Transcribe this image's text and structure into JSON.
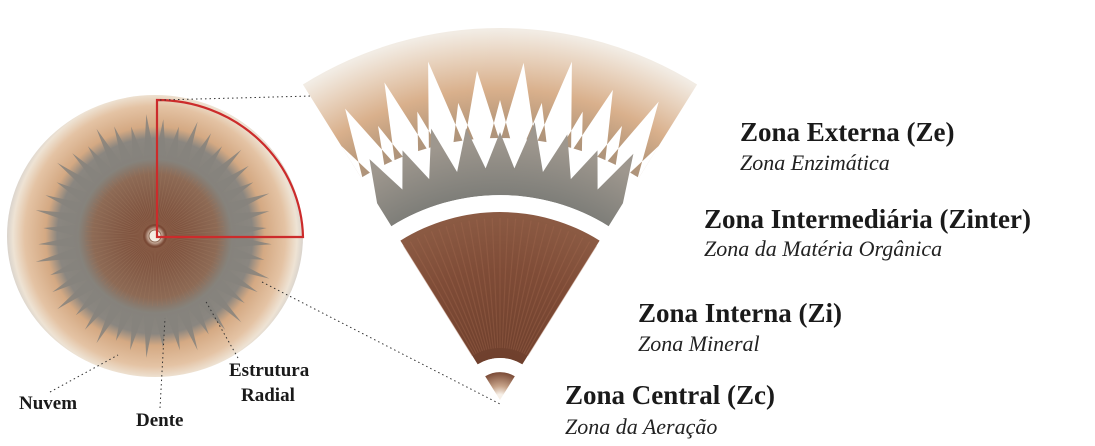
{
  "zones": [
    {
      "key": "ze",
      "name": "Zona Externa (Ze)",
      "subtitle": "Zona Enzimática"
    },
    {
      "key": "zinter",
      "name": "Zona Intermediária (Zinter)",
      "subtitle": "Zona da Matéria Orgânica"
    },
    {
      "key": "zi",
      "name": "Zona Interna (Zi)",
      "subtitle": "Zona Mineral"
    },
    {
      "key": "zc",
      "name": "Zona Central (Zc)",
      "subtitle": "Zona da Aeração"
    }
  ],
  "structure_labels": {
    "nuvem": "Nuvem",
    "dente": "Dente",
    "estrutura": "Estrutura",
    "radial": "Radial"
  },
  "colors": {
    "outer_cream": "#eee3d4",
    "enzyme_tan": "#d4a983",
    "gray_band": "#86837c",
    "organic_brown": "#8d6a55",
    "mineral_brown": "#7a4a36",
    "center_pale": "#f3ece2",
    "highlight_red": "#cc2b2b",
    "text": "#1a1a1a"
  }
}
